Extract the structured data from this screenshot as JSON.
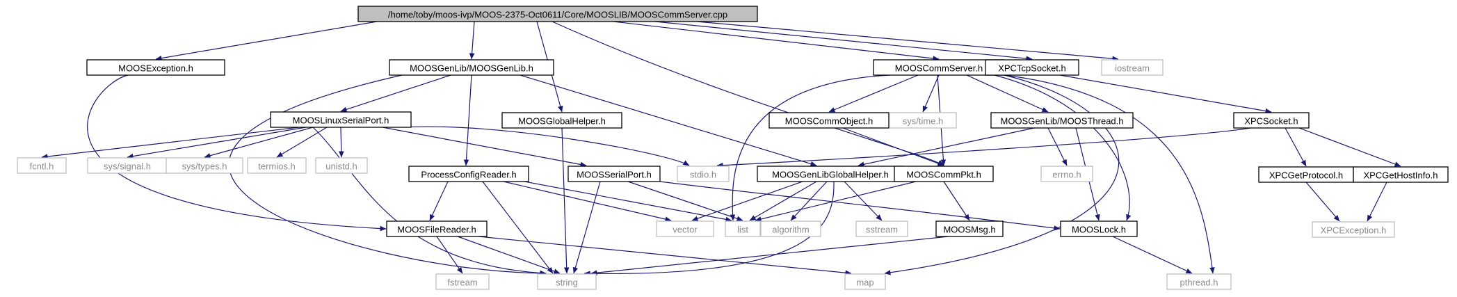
{
  "colors": {
    "edge": "#191970",
    "root_fill": "#bfbfbf",
    "system_border": "#bfbfbf",
    "system_text": "#8c8c8c"
  },
  "nodes": {
    "root": {
      "label": "/home/toby/moos-ivp/MOOS-2375-Oct0611/Core/MOOSLIB/MOOSCommServer.cpp",
      "kind": "root"
    },
    "moosexception": {
      "label": "MOOSException.h",
      "kind": "doc"
    },
    "moosgenlib": {
      "label": "MOOSGenLib/MOOSGenLib.h",
      "kind": "doc"
    },
    "mooscommserver": {
      "label": "MOOSCommServer.h",
      "kind": "doc"
    },
    "xpctcpsocket": {
      "label": "XPCTcpSocket.h",
      "kind": "doc"
    },
    "iostream": {
      "label": "iostream",
      "kind": "sys"
    },
    "mooslinuxserial": {
      "label": "MOOSLinuxSerialPort.h",
      "kind": "doc"
    },
    "moosglobalhelper": {
      "label": "MOOSGlobalHelper.h",
      "kind": "doc"
    },
    "mooscommobject": {
      "label": "MOOSCommObject.h",
      "kind": "doc"
    },
    "systime": {
      "label": "sys/time.h",
      "kind": "sys"
    },
    "moosthread": {
      "label": "MOOSGenLib/MOOSThread.h",
      "kind": "doc"
    },
    "xpcsocket": {
      "label": "XPCSocket.h",
      "kind": "doc"
    },
    "fcntl": {
      "label": "fcntl.h",
      "kind": "sys"
    },
    "syssignal": {
      "label": "sys/signal.h",
      "kind": "sys"
    },
    "systypes": {
      "label": "sys/types.h",
      "kind": "sys"
    },
    "termios": {
      "label": "termios.h",
      "kind": "sys"
    },
    "unistd": {
      "label": "unistd.h",
      "kind": "sys"
    },
    "processconfig": {
      "label": "ProcessConfigReader.h",
      "kind": "doc"
    },
    "moosserial": {
      "label": "MOOSSerialPort.h",
      "kind": "doc"
    },
    "stdio": {
      "label": "stdio.h",
      "kind": "sys"
    },
    "moosgenlibglobal": {
      "label": "MOOSGenLibGlobalHelper.h",
      "kind": "doc"
    },
    "mooscommpkt": {
      "label": "MOOSCommPkt.h",
      "kind": "doc"
    },
    "errno": {
      "label": "errno.h",
      "kind": "sys"
    },
    "xpcgetprotocol": {
      "label": "XPCGetProtocol.h",
      "kind": "doc"
    },
    "xpcgethostinfo": {
      "label": "XPCGetHostInfo.h",
      "kind": "doc"
    },
    "moosfilereader": {
      "label": "MOOSFileReader.h",
      "kind": "doc"
    },
    "vector": {
      "label": "vector",
      "kind": "sys"
    },
    "list": {
      "label": "list",
      "kind": "sys"
    },
    "algorithm": {
      "label": "algorithm",
      "kind": "sys"
    },
    "sstream": {
      "label": "sstream",
      "kind": "sys"
    },
    "moosmsg": {
      "label": "MOOSMsg.h",
      "kind": "doc"
    },
    "mooslock": {
      "label": "MOOSLock.h",
      "kind": "doc"
    },
    "xpcexception": {
      "label": "XPCException.h",
      "kind": "sys"
    },
    "fstream": {
      "label": "fstream",
      "kind": "sys"
    },
    "string": {
      "label": "string",
      "kind": "sys"
    },
    "map": {
      "label": "map",
      "kind": "sys"
    },
    "pthread": {
      "label": "pthread.h",
      "kind": "sys"
    }
  }
}
